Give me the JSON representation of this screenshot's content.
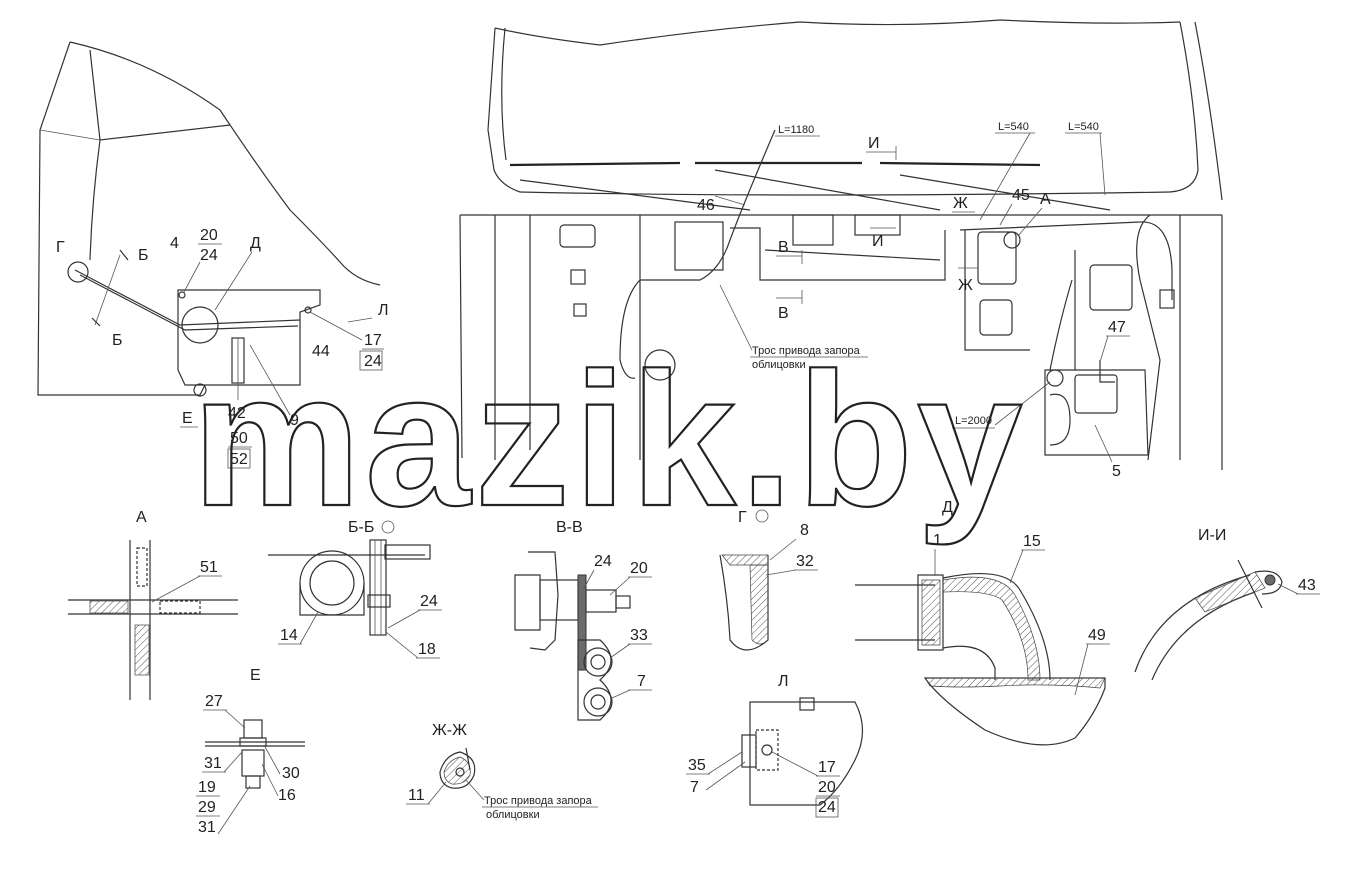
{
  "watermark": {
    "text": "mazik.by"
  },
  "labels": {
    "L1180": "L=1180",
    "L540a": "L=540",
    "L540b": "L=540",
    "L2000": "L=2000",
    "cable_line1": "Трос привода запора",
    "cable_line2": "облицовки",
    "cable_zz_line1": "Трос привода запора",
    "cable_zz_line2": "облицовки"
  },
  "section_titles": {
    "A": "А",
    "BB": "Б-Б",
    "VV": "В-В",
    "G": "Г",
    "D": "Д",
    "II": "И-И",
    "E": "Е",
    "ZhZh": "Ж-Ж",
    "L": "Л"
  },
  "letters": {
    "G": "Г",
    "B1": "Б",
    "B2": "Б",
    "D": "Д",
    "L": "Л",
    "E": "Е",
    "I1": "И",
    "I2": "И",
    "V1": "В",
    "V2": "В",
    "Zh1": "Ж",
    "Zh2": "Ж",
    "A": "А"
  },
  "numbers": {
    "n20a": "20",
    "n24a": "24",
    "n4": "4",
    "n17a": "17",
    "n24b": "24",
    "n44": "44",
    "n9": "9",
    "n42": "42",
    "n50": "50",
    "n52": "52",
    "n46": "46",
    "n45": "45",
    "n47": "47",
    "n5": "5",
    "n51": "51",
    "n14": "14",
    "n24c": "24",
    "n18": "18",
    "n24d": "24",
    "n20b": "20",
    "n33": "33",
    "n7a": "7",
    "n8": "8",
    "n32": "32",
    "n1": "1",
    "n15": "15",
    "n49": "49",
    "n43": "43",
    "n27": "27",
    "n31a": "31",
    "n30": "30",
    "n16": "16",
    "n19": "19",
    "n29": "29",
    "n31b": "31",
    "n11": "11",
    "n35": "35",
    "n7b": "7",
    "n17b": "17",
    "n20c": "20",
    "n24e": "24"
  }
}
